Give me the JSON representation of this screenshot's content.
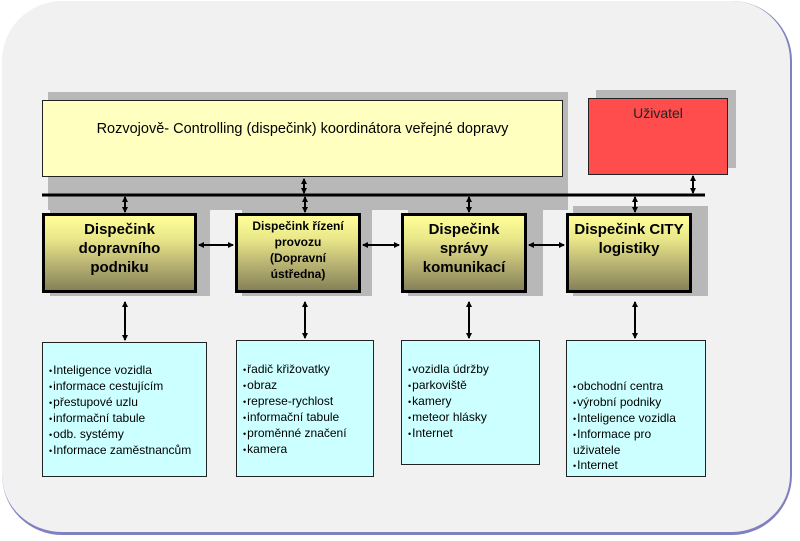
{
  "diagram": {
    "coordinator": {
      "label": "Rozvojově- Controlling (dispečink) koordinátora veřejné dopravy"
    },
    "user": {
      "label": "Uživatel"
    },
    "dispatchers": [
      {
        "label": "Dispečink\ndopravního\npodniku",
        "items": [
          "Inteligence vozidla",
          "informace cestujícím",
          "přestupové uzlu",
          "informační tabule",
          "odb. systémy",
          "Informace zaměstnancům"
        ]
      },
      {
        "label": "Dispečink řízení\nprovozu\n(Dopravní\nústředna)",
        "items": [
          "řadič křižovatky",
          "obraz",
          "represe-rychlost",
          "informační tabule",
          "proměnné značení",
          "kamera"
        ]
      },
      {
        "label": "Dispečink\nsprávy\nkomunikací",
        "items": [
          "vozidla údržby",
          "parkoviště",
          "kamery",
          "meteor hlásky",
          "Internet"
        ]
      },
      {
        "label": "Dispečink CITY\nlogistiky",
        "items": [
          "obchodní centra",
          "výrobní podniky",
          "Inteligence vozidla",
          "Informace pro\nuživatele",
          "Internet"
        ]
      }
    ],
    "colors": {
      "coordinator_fill": "#ffffc0",
      "user_fill": "#ff4c4c",
      "dispatcher_gradient_top": "#ffff99",
      "dispatcher_gradient_bottom": "#868258",
      "info_fill": "#ccffff",
      "frame_fill": "#f1f1f1",
      "frame_border": "#8080c0"
    }
  }
}
